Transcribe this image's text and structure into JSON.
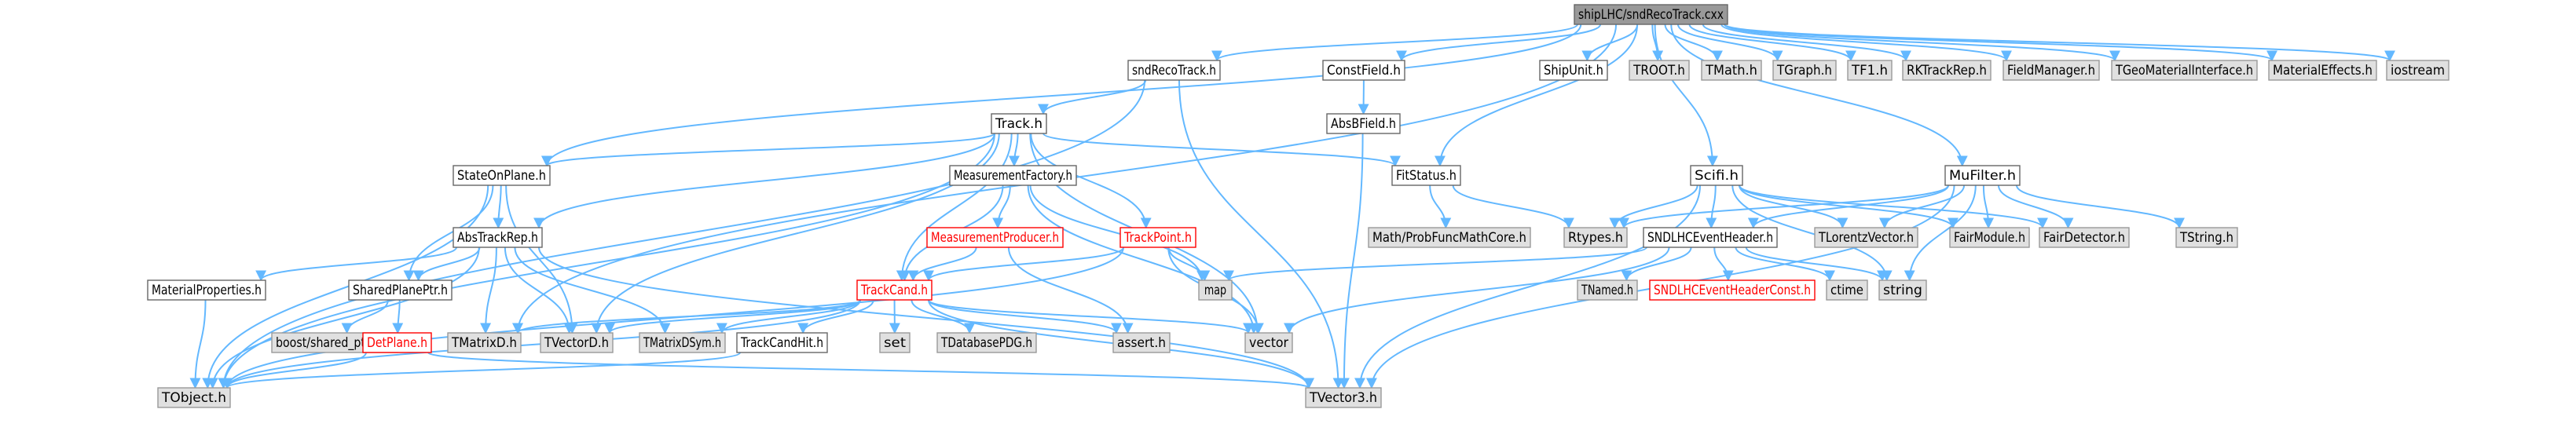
{
  "diagram": {
    "title": "Include dependency graph for sndRecoTrack.cxx",
    "style": {
      "edge_color": "#63b8ff",
      "root_fill": "#999999",
      "documented_fill": "#ffffff",
      "documented_border": "#666666",
      "external_fill": "#e0e0e0",
      "external_border": "#999999",
      "truncated_border": "#ff0000",
      "text_color": "#000000",
      "truncated_text_color": "#ff0000"
    },
    "nodes": [
      {
        "id": "root",
        "label": "shipLHC/sndRecoTrack.cxx",
        "kind": "root"
      },
      {
        "id": "sndRecoTrack_h",
        "label": "sndRecoTrack.h",
        "kind": "documented"
      },
      {
        "id": "ConstField_h",
        "label": "ConstField.h",
        "kind": "documented"
      },
      {
        "id": "ShipUnit_h",
        "label": "ShipUnit.h",
        "kind": "documented"
      },
      {
        "id": "TROOT_h",
        "label": "TROOT.h",
        "kind": "external"
      },
      {
        "id": "TMath_h",
        "label": "TMath.h",
        "kind": "external"
      },
      {
        "id": "TGraph_h",
        "label": "TGraph.h",
        "kind": "external"
      },
      {
        "id": "TF1_h",
        "label": "TF1.h",
        "kind": "external"
      },
      {
        "id": "RKTrackRep_h",
        "label": "RKTrackRep.h",
        "kind": "external"
      },
      {
        "id": "FieldManager_h",
        "label": "FieldManager.h",
        "kind": "external"
      },
      {
        "id": "TGeoMaterialInterface_h",
        "label": "TGeoMaterialInterface.h",
        "kind": "external"
      },
      {
        "id": "MaterialEffects_h",
        "label": "MaterialEffects.h",
        "kind": "external"
      },
      {
        "id": "iostream",
        "label": "iostream",
        "kind": "external"
      },
      {
        "id": "Track_h",
        "label": "Track.h",
        "kind": "documented"
      },
      {
        "id": "AbsBField_h",
        "label": "AbsBField.h",
        "kind": "documented"
      },
      {
        "id": "StateOnPlane_h",
        "label": "StateOnPlane.h",
        "kind": "documented"
      },
      {
        "id": "MeasurementFactory_h",
        "label": "MeasurementFactory.h",
        "kind": "documented"
      },
      {
        "id": "FitStatus_h",
        "label": "FitStatus.h",
        "kind": "documented"
      },
      {
        "id": "Scifi_h",
        "label": "Scifi.h",
        "kind": "documented"
      },
      {
        "id": "MuFilter_h",
        "label": "MuFilter.h",
        "kind": "documented"
      },
      {
        "id": "AbsTrackRep_h",
        "label": "AbsTrackRep.h",
        "kind": "documented"
      },
      {
        "id": "MeasurementProducer_h",
        "label": "MeasurementProducer.h",
        "kind": "truncated"
      },
      {
        "id": "TrackPoint_h",
        "label": "TrackPoint.h",
        "kind": "truncated"
      },
      {
        "id": "MathProb",
        "label": "Math/ProbFuncMathCore.h",
        "kind": "external"
      },
      {
        "id": "Rtypes_h",
        "label": "Rtypes.h",
        "kind": "external"
      },
      {
        "id": "SNDLHCEventHeader_h",
        "label": "SNDLHCEventHeader.h",
        "kind": "documented"
      },
      {
        "id": "TLorentzVector_h",
        "label": "TLorentzVector.h",
        "kind": "external"
      },
      {
        "id": "FairModule_h",
        "label": "FairModule.h",
        "kind": "external"
      },
      {
        "id": "FairDetector_h",
        "label": "FairDetector.h",
        "kind": "external"
      },
      {
        "id": "TString_h",
        "label": "TString.h",
        "kind": "external"
      },
      {
        "id": "MaterialProperties_h",
        "label": "MaterialProperties.h",
        "kind": "documented"
      },
      {
        "id": "SharedPlanePtr_h",
        "label": "SharedPlanePtr.h",
        "kind": "documented"
      },
      {
        "id": "TrackCand_h",
        "label": "TrackCand.h",
        "kind": "truncated"
      },
      {
        "id": "map",
        "label": "map",
        "kind": "external"
      },
      {
        "id": "TNamed_h",
        "label": "TNamed.h",
        "kind": "external"
      },
      {
        "id": "SNDLHCEventHeaderConst_h",
        "label": "SNDLHCEventHeaderConst.h",
        "kind": "truncated"
      },
      {
        "id": "ctime",
        "label": "ctime",
        "kind": "external"
      },
      {
        "id": "string",
        "label": "string",
        "kind": "external"
      },
      {
        "id": "boost_shared_ptr",
        "label": "boost/shared_ptr.hpp",
        "kind": "external"
      },
      {
        "id": "DetPlane_h",
        "label": "DetPlane.h",
        "kind": "truncated"
      },
      {
        "id": "TMatrixD_h",
        "label": "TMatrixD.h",
        "kind": "external"
      },
      {
        "id": "TVectorD_h",
        "label": "TVectorD.h",
        "kind": "external"
      },
      {
        "id": "TMatrixDSym_h",
        "label": "TMatrixDSym.h",
        "kind": "external"
      },
      {
        "id": "TrackCandHit_h",
        "label": "TrackCandHit.h",
        "kind": "documented"
      },
      {
        "id": "set",
        "label": "set",
        "kind": "external"
      },
      {
        "id": "TDatabasePDG_h",
        "label": "TDatabasePDG.h",
        "kind": "external"
      },
      {
        "id": "assert_h",
        "label": "assert.h",
        "kind": "external"
      },
      {
        "id": "vector",
        "label": "vector",
        "kind": "external"
      },
      {
        "id": "TObject_h",
        "label": "TObject.h",
        "kind": "external"
      },
      {
        "id": "TVector3_h",
        "label": "TVector3.h",
        "kind": "external"
      }
    ],
    "edges": [
      [
        "root",
        "sndRecoTrack_h"
      ],
      [
        "root",
        "ConstField_h"
      ],
      [
        "root",
        "ShipUnit_h"
      ],
      [
        "root",
        "TROOT_h"
      ],
      [
        "root",
        "TMath_h"
      ],
      [
        "root",
        "TGraph_h"
      ],
      [
        "root",
        "TF1_h"
      ],
      [
        "root",
        "RKTrackRep_h"
      ],
      [
        "root",
        "FieldManager_h"
      ],
      [
        "root",
        "TGeoMaterialInterface_h"
      ],
      [
        "root",
        "MaterialEffects_h"
      ],
      [
        "root",
        "iostream"
      ],
      [
        "root",
        "StateOnPlane_h"
      ],
      [
        "root",
        "FitStatus_h"
      ],
      [
        "root",
        "Scifi_h"
      ],
      [
        "root",
        "MuFilter_h"
      ],
      [
        "root",
        "TMatrixD_h"
      ],
      [
        "sndRecoTrack_h",
        "Track_h"
      ],
      [
        "sndRecoTrack_h",
        "TObject_h"
      ],
      [
        "sndRecoTrack_h",
        "TVector3_h"
      ],
      [
        "ConstField_h",
        "AbsBField_h"
      ],
      [
        "AbsBField_h",
        "TVector3_h"
      ],
      [
        "Track_h",
        "StateOnPlane_h"
      ],
      [
        "Track_h",
        "AbsTrackRep_h"
      ],
      [
        "Track_h",
        "MeasurementFactory_h"
      ],
      [
        "Track_h",
        "FitStatus_h"
      ],
      [
        "Track_h",
        "TrackPoint_h"
      ],
      [
        "Track_h",
        "TrackCand_h"
      ],
      [
        "Track_h",
        "TObject_h"
      ],
      [
        "Track_h",
        "TVectorD_h"
      ],
      [
        "Track_h",
        "vector"
      ],
      [
        "StateOnPlane_h",
        "AbsTrackRep_h"
      ],
      [
        "StateOnPlane_h",
        "SharedPlanePtr_h"
      ],
      [
        "StateOnPlane_h",
        "TVectorD_h"
      ],
      [
        "StateOnPlane_h",
        "TObject_h"
      ],
      [
        "AbsTrackRep_h",
        "MaterialProperties_h"
      ],
      [
        "AbsTrackRep_h",
        "SharedPlanePtr_h"
      ],
      [
        "AbsTrackRep_h",
        "TMatrixD_h"
      ],
      [
        "AbsTrackRep_h",
        "TVectorD_h"
      ],
      [
        "AbsTrackRep_h",
        "TMatrixDSym_h"
      ],
      [
        "AbsTrackRep_h",
        "TObject_h"
      ],
      [
        "AbsTrackRep_h",
        "TVector3_h"
      ],
      [
        "MaterialProperties_h",
        "TObject_h"
      ],
      [
        "SharedPlanePtr_h",
        "boost_shared_ptr"
      ],
      [
        "SharedPlanePtr_h",
        "DetPlane_h"
      ],
      [
        "DetPlane_h",
        "TObject_h"
      ],
      [
        "DetPlane_h",
        "TVector3_h"
      ],
      [
        "MeasurementFactory_h",
        "MeasurementProducer_h"
      ],
      [
        "MeasurementFactory_h",
        "TrackCand_h"
      ],
      [
        "MeasurementFactory_h",
        "map"
      ],
      [
        "MeasurementFactory_h",
        "vector"
      ],
      [
        "MeasurementProducer_h",
        "TrackCand_h"
      ],
      [
        "MeasurementProducer_h",
        "assert_h"
      ],
      [
        "TrackPoint_h",
        "TrackCand_h"
      ],
      [
        "TrackPoint_h",
        "map"
      ],
      [
        "TrackPoint_h",
        "vector"
      ],
      [
        "TrackPoint_h",
        "TObject_h"
      ],
      [
        "TrackCand_h",
        "TrackCandHit_h"
      ],
      [
        "TrackCand_h",
        "TMatrixD_h"
      ],
      [
        "TrackCand_h",
        "TVectorD_h"
      ],
      [
        "TrackCand_h",
        "TMatrixDSym_h"
      ],
      [
        "TrackCand_h",
        "set"
      ],
      [
        "TrackCand_h",
        "TDatabasePDG_h"
      ],
      [
        "TrackCand_h",
        "assert_h"
      ],
      [
        "TrackCand_h",
        "vector"
      ],
      [
        "TrackCand_h",
        "TObject_h"
      ],
      [
        "TrackCand_h",
        "TVector3_h"
      ],
      [
        "TrackCandHit_h",
        "TObject_h"
      ],
      [
        "FitStatus_h",
        "MathProb"
      ],
      [
        "FitStatus_h",
        "Rtypes_h"
      ],
      [
        "Scifi_h",
        "Rtypes_h"
      ],
      [
        "Scifi_h",
        "SNDLHCEventHeader_h"
      ],
      [
        "Scifi_h",
        "TLorentzVector_h"
      ],
      [
        "Scifi_h",
        "FairModule_h"
      ],
      [
        "Scifi_h",
        "FairDetector_h"
      ],
      [
        "Scifi_h",
        "string"
      ],
      [
        "Scifi_h",
        "TVector3_h"
      ],
      [
        "MuFilter_h",
        "Rtypes_h"
      ],
      [
        "MuFilter_h",
        "SNDLHCEventHeader_h"
      ],
      [
        "MuFilter_h",
        "TLorentzVector_h"
      ],
      [
        "MuFilter_h",
        "FairModule_h"
      ],
      [
        "MuFilter_h",
        "FairDetector_h"
      ],
      [
        "MuFilter_h",
        "TString_h"
      ],
      [
        "MuFilter_h",
        "string"
      ],
      [
        "MuFilter_h",
        "TVector3_h"
      ],
      [
        "SNDLHCEventHeader_h",
        "map"
      ],
      [
        "SNDLHCEventHeader_h",
        "TNamed_h"
      ],
      [
        "SNDLHCEventHeader_h",
        "SNDLHCEventHeaderConst_h"
      ],
      [
        "SNDLHCEventHeader_h",
        "ctime"
      ],
      [
        "SNDLHCEventHeader_h",
        "string"
      ],
      [
        "SNDLHCEventHeader_h",
        "vector"
      ]
    ]
  }
}
